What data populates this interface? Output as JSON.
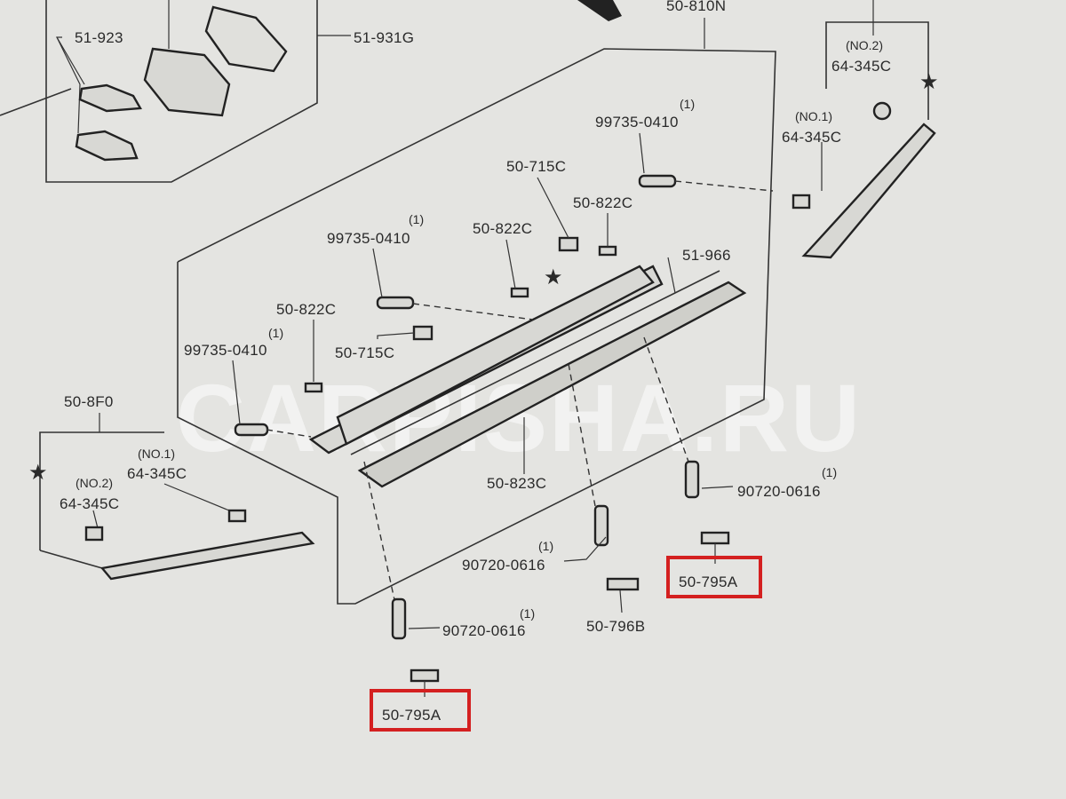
{
  "diagram": {
    "watermark": "CARPISHA.RU",
    "star_symbol": "★",
    "labels": {
      "p51_923": "51-923",
      "p51_931g": "51-931G",
      "p50_810n": "50-810N",
      "tr_no2": "(NO.2)",
      "tr_no2_part": "64-345C",
      "tr_no1": "(NO.1)",
      "tr_no1_part": "64-345C",
      "screw_top": "99735-0410",
      "screw_top_qty": "(1)",
      "clip_715_top": "50-715C",
      "clip_822_a": "50-822C",
      "clip_822_b": "50-822C",
      "screw_mid": "99735-0410",
      "screw_mid_qty": "(1)",
      "p51_966": "51-966",
      "clip_822_c": "50-822C",
      "screw_left": "99735-0410",
      "screw_left_qty": "(1)",
      "clip_715_mid": "50-715C",
      "p50_8f0": "50-8F0",
      "bl_no1": "(NO.1)",
      "bl_no1_part": "64-345C",
      "bl_no2": "(NO.2)",
      "bl_no2_part": "64-345C",
      "p50_823c": "50-823C",
      "bolt_right": "90720-0616",
      "bolt_right_qty": "(1)",
      "bolt_mid": "90720-0616",
      "bolt_mid_qty": "(1)",
      "bolt_bottom": "90720-0616",
      "bolt_bottom_qty": "(1)",
      "clip_795_right": "50-795A",
      "clip_796b": "50-796B",
      "clip_795_bottom": "50-795A"
    },
    "highlight_color": "#d42020"
  }
}
